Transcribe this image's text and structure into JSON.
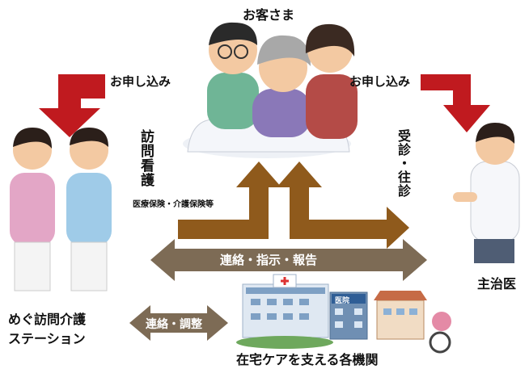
{
  "labels": {
    "customer": "お客さま",
    "apply_left": "お申し込み",
    "apply_right": "お申し込み",
    "visit_nursing": "訪問看護",
    "insurance": "医療保険・介護保険等",
    "consult_visit": "受診・往診",
    "contact_main": "連絡・指示・報告",
    "doctor": "主治医",
    "station_line1": "めぐ訪問介護",
    "station_line2": "ステーション",
    "contact_adjust": "連絡・調整",
    "institutions": "在宅ケアを支える各機関",
    "hospital_sign": "医院"
  },
  "colors": {
    "apply_arrow": "#c01a1f",
    "flow_arrow": "#8f5a1c",
    "contact_arrow": "#7d6b55"
  },
  "icons": [
    "family-illustration",
    "nurse-female-illustration",
    "nurse-male-illustration",
    "doctor-illustration",
    "hospital-building-icon",
    "clinic-building-icon",
    "care-facility-building-icon"
  ]
}
